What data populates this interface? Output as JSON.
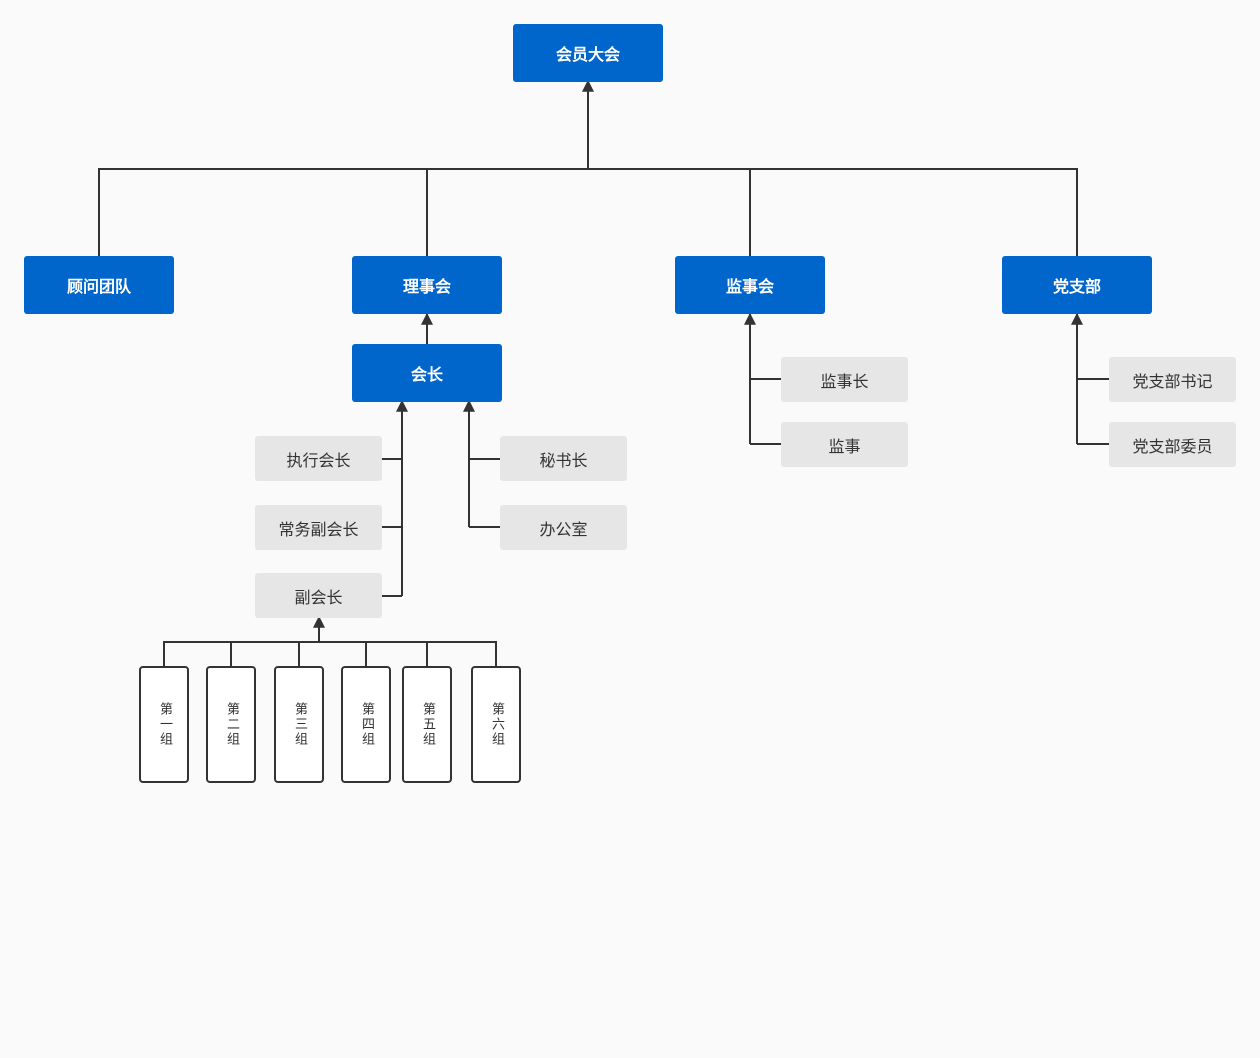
{
  "root": {
    "label": "会员大会"
  },
  "level1": {
    "advisors": "顾问团队",
    "council": "理事会",
    "supervisors": "监事会",
    "party": "党支部"
  },
  "president": {
    "label": "会长"
  },
  "president_left": [
    "执行会长",
    "常务副会长",
    "副会长"
  ],
  "president_right": [
    "秘书长",
    "办公室"
  ],
  "supervisor_items": [
    "监事长",
    "监事"
  ],
  "party_items": [
    "党支部书记",
    "党支部委员"
  ],
  "groups": [
    "第一组",
    "第二组",
    "第三组",
    "第四组",
    "第五组",
    "第六组"
  ],
  "colors": {
    "primary": "#0066cc",
    "secondary": "#e6e6e6",
    "line": "#333333",
    "background": "#fafafa"
  }
}
